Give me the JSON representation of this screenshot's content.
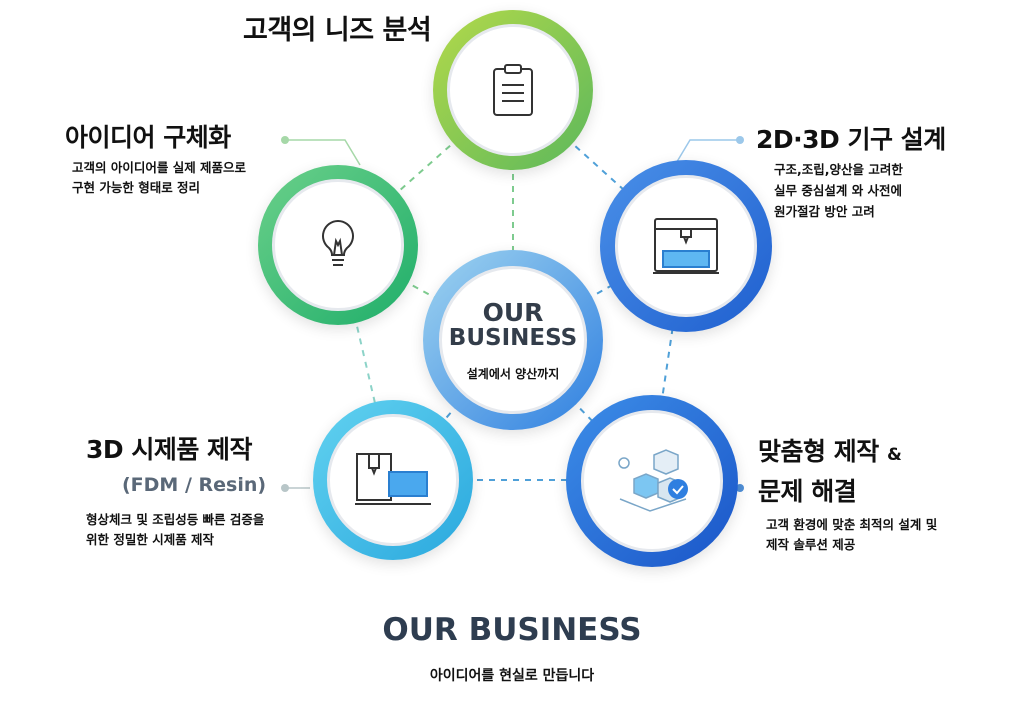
{
  "steps": [
    {
      "title": "고객의 니즈 분석",
      "icon": "clipboard-icon",
      "color": "#8cc63f"
    },
    {
      "title": "아이디어 구체화",
      "desc": [
        "고객의 아이디어를 실제 제품으로",
        "구현 가능한 형태로 정리"
      ],
      "icon": "lightbulb-icon",
      "color": "#3cc07a"
    },
    {
      "title": "2D·3D 기구 설계",
      "desc": [
        "구조,조립,양산을 고려한",
        "실무 중심설계 와  사전에",
        "원가절감 방안 고려"
      ],
      "icon": "3d-printer-icon",
      "color": "#1e6fd9"
    },
    {
      "title": "3D 시제품 제작",
      "subtitle": "(FDM / Resin)",
      "desc": [
        "형상체크 및 조립성등 빠른 검증을",
        "위한 정밀한 시제품 제작"
      ],
      "icon": "printer-laptop-icon",
      "color": "#3ec3e8"
    },
    {
      "title_line1": "맞춤형 제작",
      "amp": "&",
      "title_line2": "문제 해결",
      "desc": [
        "고객 환경에 맞춘 최적의 설계 및",
        "제작 솔루션 제공"
      ],
      "icon": "cubes-check-icon",
      "color": "#1e6fd9"
    }
  ],
  "center": {
    "line1": "OUR",
    "line2": "BUSINESS",
    "sub": "설계에서 양산까지"
  },
  "footer": {
    "title": "OUR BUSINESS",
    "sub": "아이디어를 현실로 만듭니다"
  }
}
